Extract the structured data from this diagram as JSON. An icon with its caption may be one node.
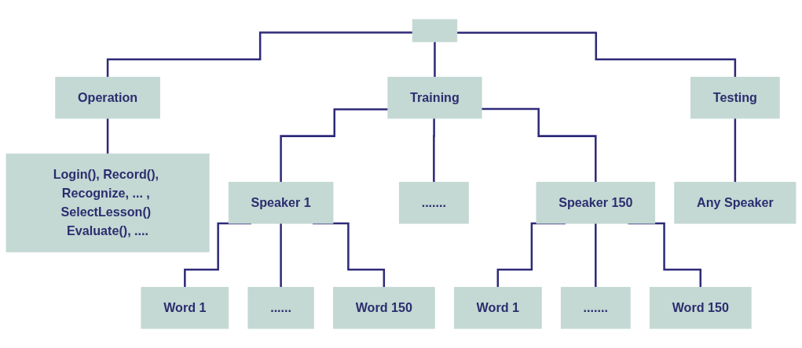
{
  "diagram": {
    "nodes": [
      {
        "text": [],
        "shape": "box"
      },
      {
        "text": [
          "Operation"
        ]
      },
      {
        "text": [
          "Training"
        ]
      },
      {
        "text": [
          "Testing"
        ]
      },
      {
        "text": [
          "Login(), Record(), Recognize, ... , SelectLesson() Evaluate(), ...."
        ]
      },
      {
        "text": [
          "Speaker 1"
        ]
      },
      {
        "text": [
          "......."
        ]
      },
      {
        "text": [
          "Speaker 150"
        ]
      },
      {
        "text": [
          "Any Speaker"
        ]
      },
      {
        "text": [
          "Word 1"
        ]
      },
      {
        "text": [
          "......"
        ]
      },
      {
        "text": [
          "Word 150"
        ]
      },
      {
        "text": [
          "Word 1"
        ]
      },
      {
        "text": [
          "......."
        ]
      },
      {
        "text": [
          "Word 150"
        ]
      }
    ],
    "edges": [
      {
        "from": 0,
        "to": 1,
        "arrow": "none"
      },
      {
        "from": 0,
        "to": 2,
        "arrow": "none"
      },
      {
        "from": 0,
        "to": 3,
        "arrow": "none"
      },
      {
        "from": 1,
        "to": 4,
        "arrow": "none"
      },
      {
        "from": 2,
        "to": 5,
        "arrow": "none"
      },
      {
        "from": 2,
        "to": 6,
        "arrow": "none"
      },
      {
        "from": 2,
        "to": 7,
        "arrow": "none"
      },
      {
        "from": 3,
        "to": 8,
        "arrow": "none"
      },
      {
        "from": 5,
        "to": 9,
        "arrow": "none"
      },
      {
        "from": 5,
        "to": 10,
        "arrow": "none"
      },
      {
        "from": 5,
        "to": 11,
        "arrow": "none"
      },
      {
        "from": 7,
        "to": 12,
        "arrow": "none"
      },
      {
        "from": 7,
        "to": 13,
        "arrow": "none"
      },
      {
        "from": 7,
        "to": 14,
        "arrow": "none"
      }
    ]
  }
}
